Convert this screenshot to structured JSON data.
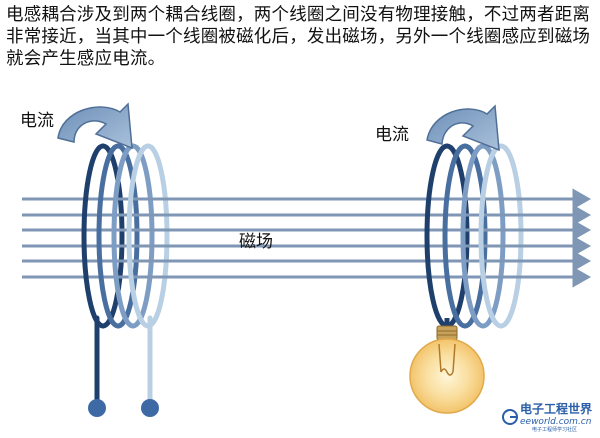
{
  "caption": "电感耦合涉及到两个耦合线圈，两个线圈之间没有物理接触，不过两者距离非常接近，当其中一个线圈被磁化后，发出磁场，另外一个线圈感应到磁场就会产生感应电流。",
  "labels": {
    "current_left": "电流",
    "current_right": "电流",
    "magnetic_field": "磁场"
  },
  "watermark": {
    "name": "电子工程世界",
    "url": "eeworld.com.cn",
    "tagline": "电子工程师学习社区"
  },
  "colors": {
    "coil_dark": "#1f3f6c",
    "coil_mid": "#486f9f",
    "coil_light": "#b9cfe4",
    "field_line": "#7f97b5",
    "arrow_fill": "#8ea9c7",
    "bulb_glow": "#f7d79a"
  }
}
